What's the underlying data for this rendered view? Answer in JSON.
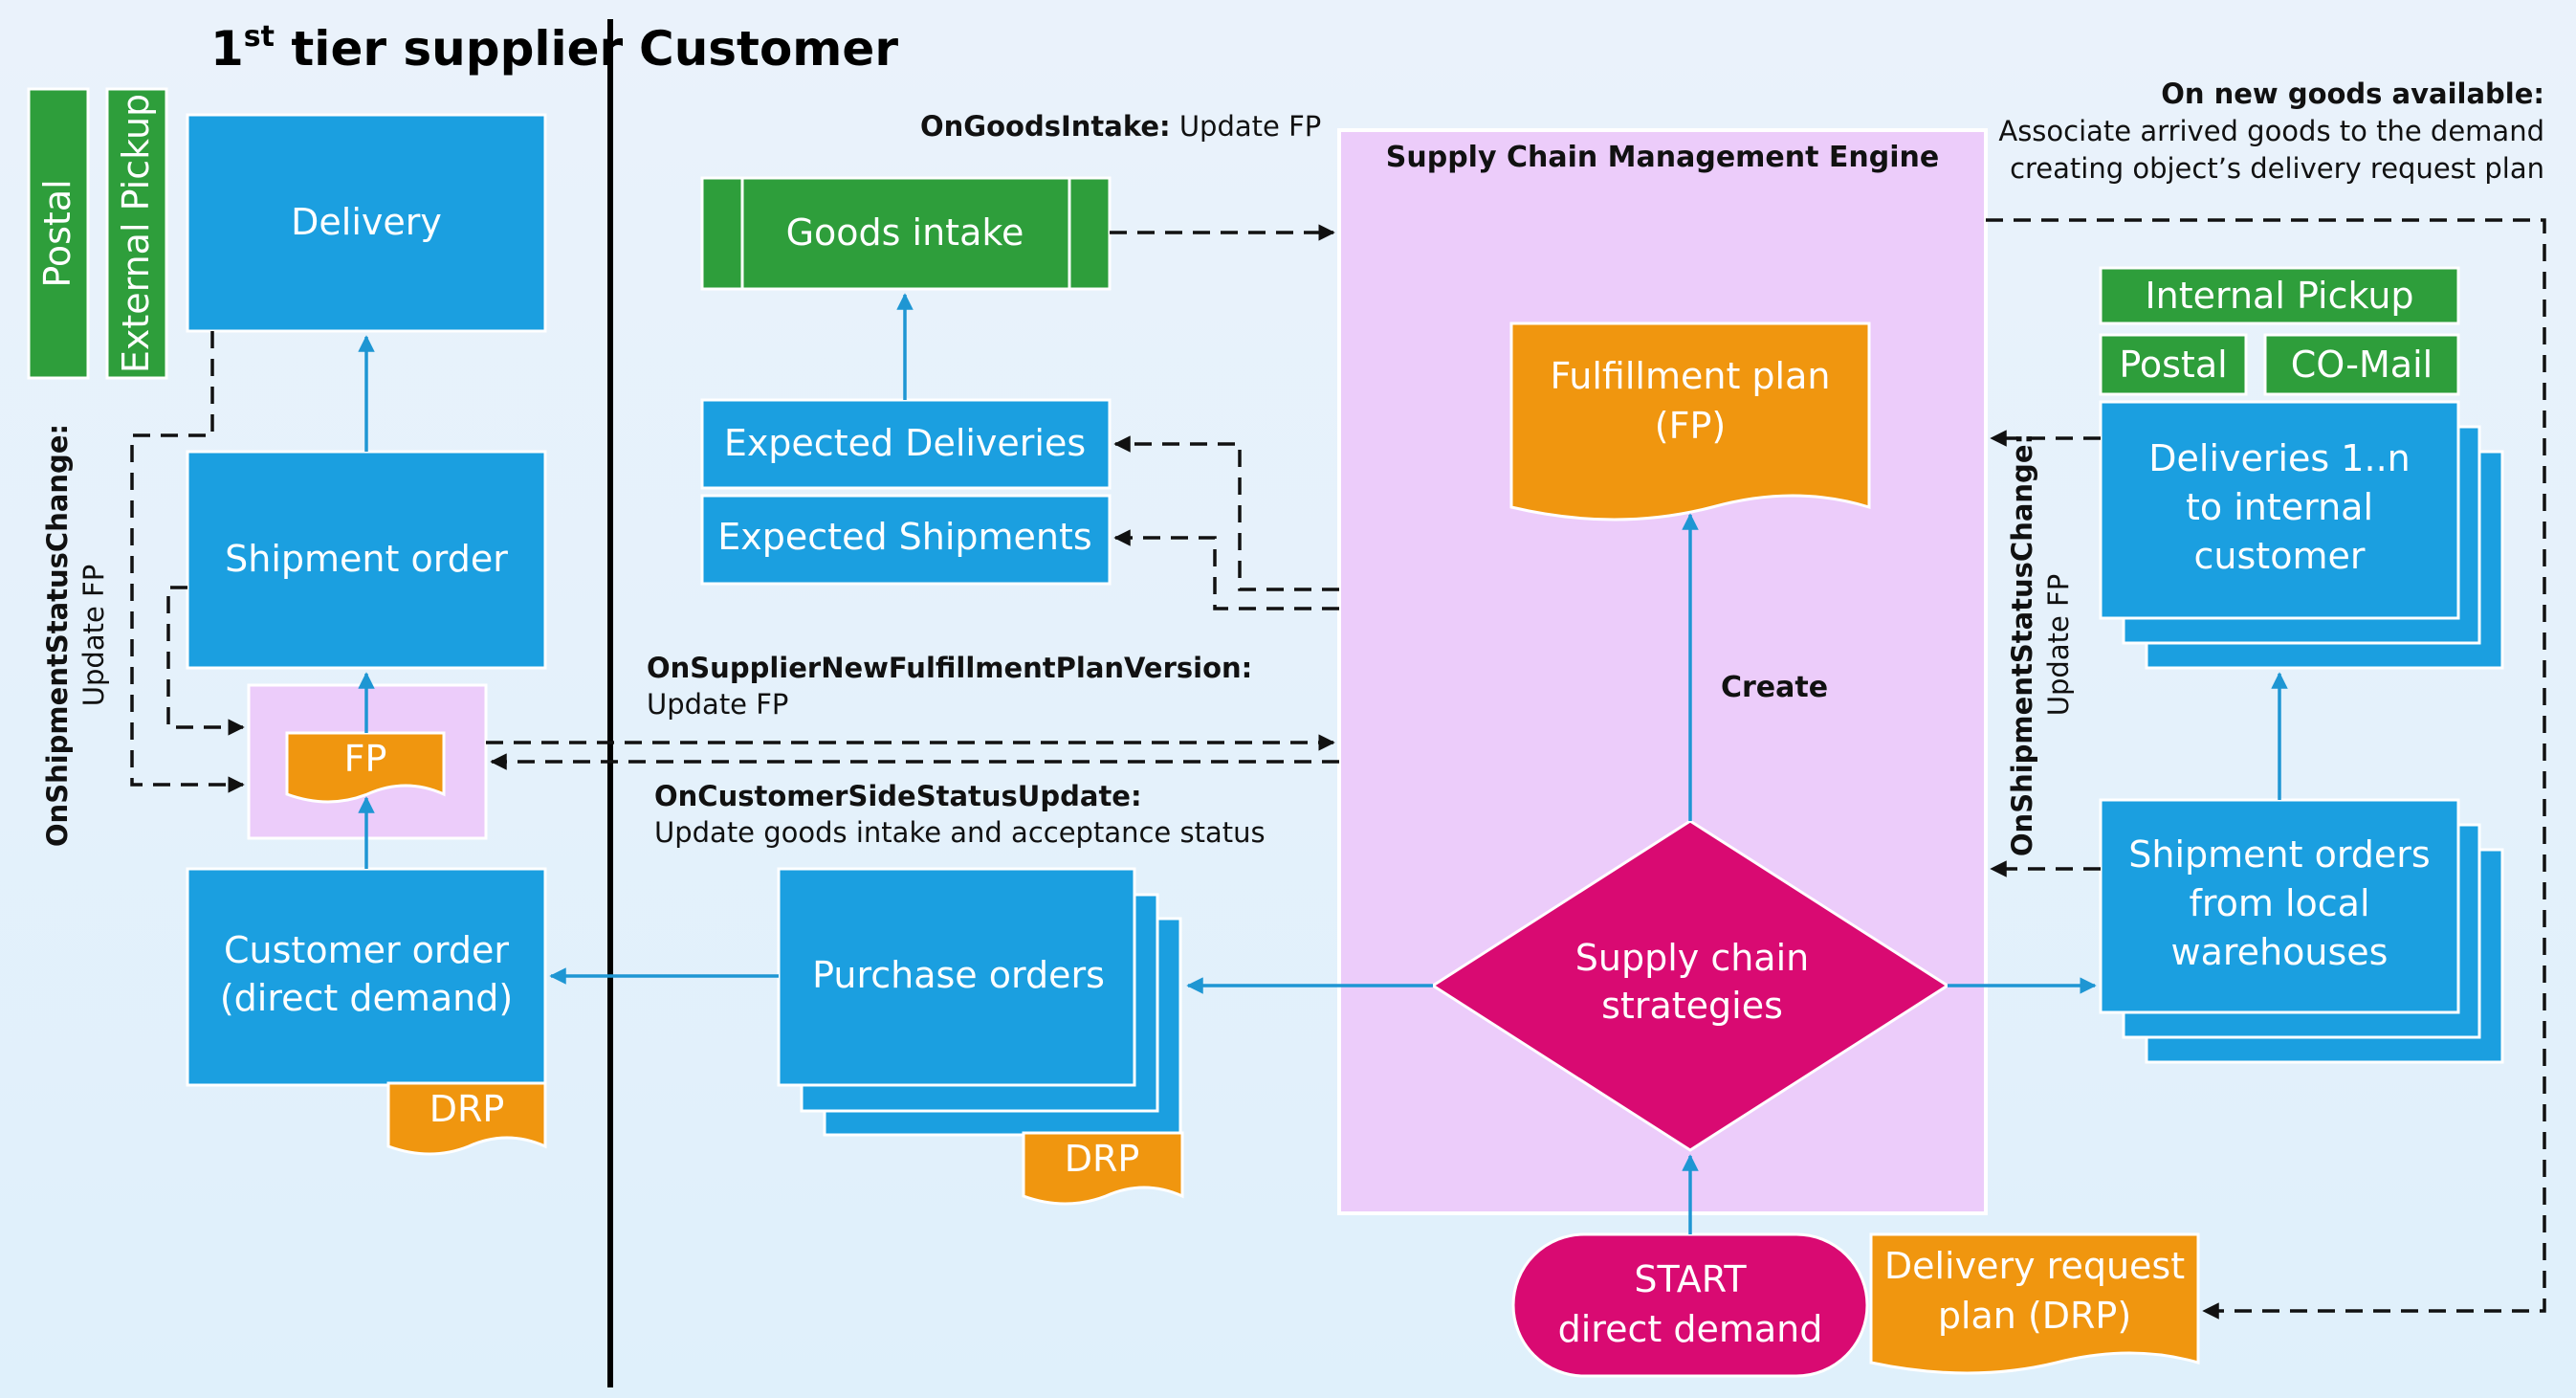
{
  "lanes": {
    "supplier_title_main": "1",
    "supplier_title_sup": "st",
    "supplier_title_rest": " tier supplier",
    "customer_title": "Customer"
  },
  "nodes": {
    "postal_left": "Postal",
    "external_pickup": "External Pickup",
    "delivery": "Delivery",
    "shipment_order": "Shipment order",
    "fp_small": "FP",
    "customer_order_line1": "Customer order",
    "customer_order_line2": "(direct demand)",
    "drp_left": "DRP",
    "goods_intake": "Goods intake",
    "expected_deliveries": "Expected Deliveries",
    "expected_shipments": "Expected Shipments",
    "purchase_orders": "Purchase orders",
    "drp_middle": "DRP",
    "engine_title": "Supply Chain Management Engine",
    "fulfillment_plan_line1": "Fulfillment plan",
    "fulfillment_plan_line2": "(FP)",
    "create_label": "Create",
    "strategies_line1": "Supply chain",
    "strategies_line2": "strategies",
    "start_line1": "START",
    "start_line2": "direct demand",
    "drp_plan_line1": "Delivery request",
    "drp_plan_line2": "plan (DRP)",
    "internal_pickup": "Internal Pickup",
    "postal_right": "Postal",
    "co_mail": "CO-Mail",
    "deliveries_line1": "Deliveries 1..n",
    "deliveries_line2": "to internal",
    "deliveries_line3": "customer",
    "shipment_orders_line1": "Shipment orders",
    "shipment_orders_line2": "from local",
    "shipment_orders_line3": "warehouses"
  },
  "annotations": {
    "on_goods_intake_event": "OnGoodsIntake:",
    "on_goods_intake_action": " Update FP",
    "on_new_goods_event": "On new goods available:",
    "on_new_goods_line1": "Associate arrived goods to the demand",
    "on_new_goods_line2": "creating object’s delivery request plan",
    "supplier_fp_version_event": "OnSupplierNewFulfillmentPlanVersion:",
    "supplier_fp_version_action": "Update FP",
    "customer_status_event": "OnCustomerSideStatusUpdate:",
    "customer_status_action": "Update goods intake and acceptance status",
    "shipment_status_left_event": "OnShipmentStatusChange:",
    "shipment_status_left_action": "Update FP",
    "shipment_status_right_event": "OnShipmentStatusChange:",
    "shipment_status_right_action": "Update FP"
  },
  "colors": {
    "blue": "#1b9fe0",
    "green": "#2e9e3b",
    "orange": "#f0960f",
    "magenta": "#d90a72",
    "lavender": "#ecccfa",
    "arrow_blue": "#1e96d3",
    "line": "#111111"
  }
}
